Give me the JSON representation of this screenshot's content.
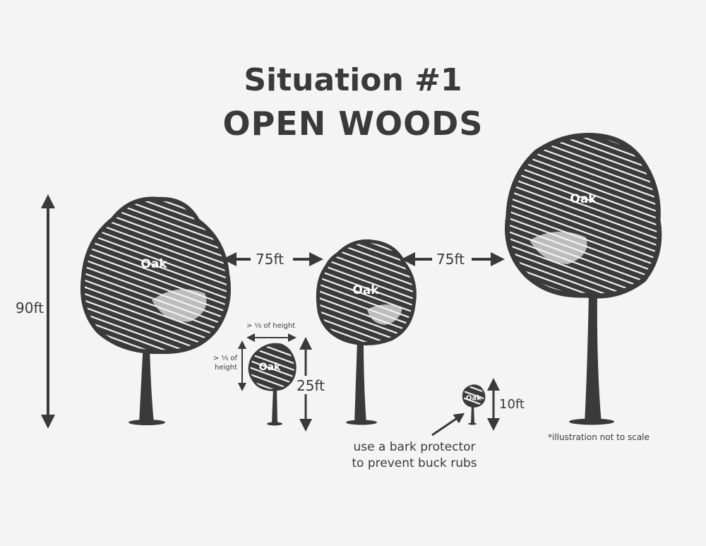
{
  "title": {
    "line1": "Situation #1",
    "line2": "OPEN WOODS"
  },
  "colors": {
    "ink": "#3a3a3a",
    "background": "#f4f4f4",
    "label": "#ffffff"
  },
  "trees": [
    {
      "id": "tree-large-left",
      "label": "Oak"
    },
    {
      "id": "tree-sapling",
      "label": "Oak"
    },
    {
      "id": "tree-medium-center",
      "label": "Oak"
    },
    {
      "id": "tree-seedling",
      "label": "Oak"
    },
    {
      "id": "tree-large-right",
      "label": "Oak"
    }
  ],
  "dimensions": {
    "height_90": "90ft",
    "spacing_left": "75ft",
    "spacing_right": "75ft",
    "height_25": "25ft",
    "height_10": "10ft",
    "crown_width": "> ⅓ of height",
    "crown_height_line1": "> ⅓ of",
    "crown_height_line2": "height"
  },
  "notes": {
    "bark_line1": "use a bark protector",
    "bark_line2": "to prevent buck rubs",
    "disclaimer": "*illustration not to scale"
  }
}
